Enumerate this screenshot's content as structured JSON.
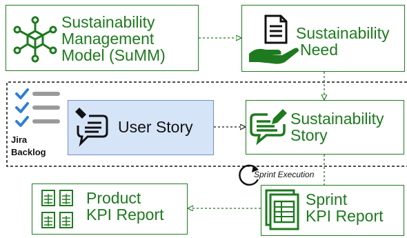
{
  "colors": {
    "green": "#1e7a1e",
    "blue_fill": "#d6e4f8",
    "blue_border": "#6f8ec6",
    "check_blue": "#2e7fd6",
    "gray_line": "#9a9a9a"
  },
  "summ": {
    "line1": "Sustainability",
    "line2": "Management",
    "line3": "Model (SuMM)",
    "icon": "network-cube-icon"
  },
  "need": {
    "line1": "Sustainability",
    "line2": "Need",
    "icon": "hand-document-icon"
  },
  "backlog": {
    "line1": "Jira",
    "line2": "Backlog",
    "icon": "checklist-icon"
  },
  "user_story": {
    "label": "User Story",
    "icon": "speech-bubble-pen-icon"
  },
  "sus_story": {
    "line1": "Sustainability",
    "line2": "Story",
    "icon": "speech-bubble-pen-icon"
  },
  "sprint_execution": {
    "label": "Sprint Execution",
    "icon": "cycle-arrow-icon"
  },
  "sprint_report": {
    "line1": "Sprint",
    "line2": "KPI Report",
    "icon": "spreadsheet-stack-icon"
  },
  "product_report": {
    "line1": "Product",
    "line2": "KPI Report",
    "icon": "spreadsheet-icon"
  }
}
